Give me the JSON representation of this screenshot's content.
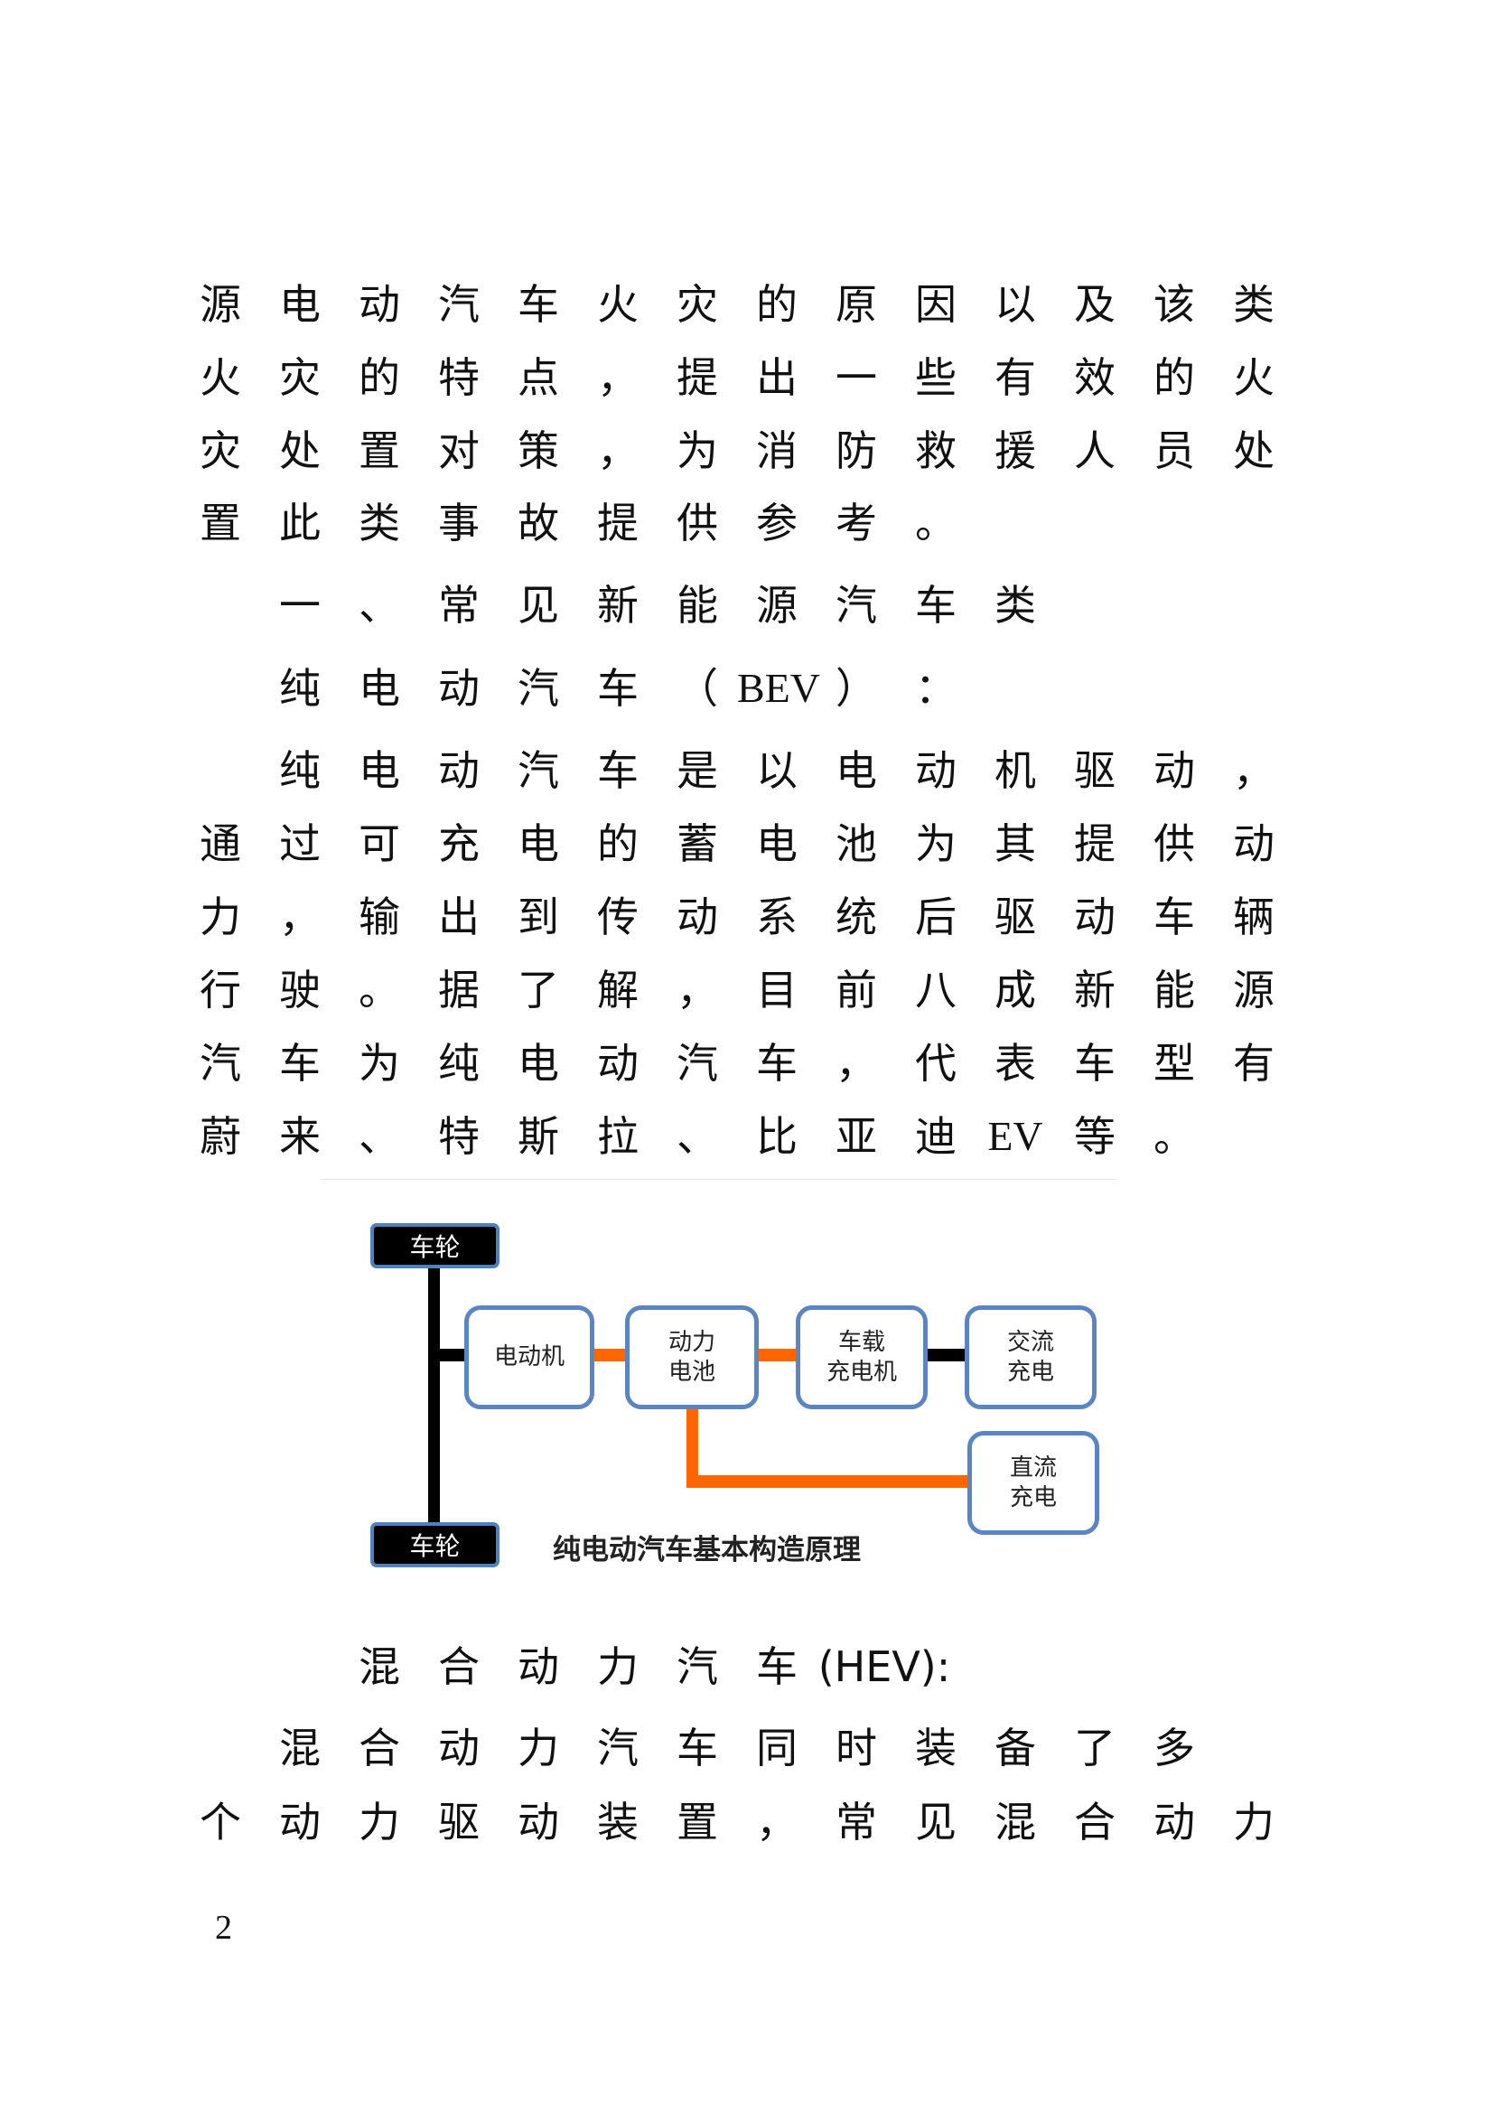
{
  "body_lines": [
    {
      "tokens": [
        "源",
        "电",
        "动",
        "汽",
        "车",
        "火",
        "灾",
        "的",
        "原",
        "因",
        "以",
        "及",
        "该",
        "类"
      ]
    },
    {
      "tokens": [
        "火",
        "灾",
        "的",
        "特",
        "点",
        "，",
        "提",
        "出",
        "一",
        "些",
        "有",
        "效",
        "的",
        "火"
      ]
    },
    {
      "tokens": [
        "灾",
        "处",
        "置",
        "对",
        "策",
        "，",
        "为",
        "消",
        "防",
        "救",
        "援",
        "人",
        "员",
        "处"
      ]
    },
    {
      "tokens": [
        "置",
        "此",
        "类",
        "事",
        "故",
        "提",
        "供",
        "参",
        "考",
        "。"
      ]
    },
    {
      "tokens": [
        "一",
        "、",
        "常",
        "见",
        "新",
        "能",
        "源",
        "汽",
        "车",
        "类"
      ],
      "indent": 1
    },
    {
      "tokens": [
        "纯",
        "电",
        "动",
        "汽",
        "车",
        "（",
        "BEV",
        "）",
        "："
      ],
      "indent": 1
    },
    {
      "tokens": [
        "纯",
        "电",
        "动",
        "汽",
        "车",
        "是",
        "以",
        "电",
        "动",
        "机",
        "驱",
        "动",
        "，"
      ],
      "indent": 1
    },
    {
      "tokens": [
        "通",
        "过",
        "可",
        "充",
        "电",
        "的",
        "蓄",
        "电",
        "池",
        "为",
        "其",
        "提",
        "供",
        "动"
      ]
    },
    {
      "tokens": [
        "力",
        "，",
        "输",
        "出",
        "到",
        "传",
        "动",
        "系",
        "统",
        "后",
        "驱",
        "动",
        "车",
        "辆"
      ]
    },
    {
      "tokens": [
        "行",
        "驶",
        "。",
        "据",
        "了",
        "解",
        "，",
        "目",
        "前",
        "八",
        "成",
        "新",
        "能",
        "源"
      ]
    },
    {
      "tokens": [
        "汽",
        "车",
        "为",
        "纯",
        "电",
        "动",
        "汽",
        "车",
        "，",
        "代",
        "表",
        "车",
        "型",
        "有"
      ]
    },
    {
      "tokens": [
        "蔚",
        "来",
        "、",
        "特",
        "斯",
        "拉",
        "、",
        "比",
        "亚",
        "迪",
        "EV",
        "等",
        "。"
      ]
    },
    {
      "tokens": [
        "混",
        "合",
        "动",
        "力",
        "汽",
        "车",
        "(HEV):"
      ],
      "indent": 2
    },
    {
      "tokens": [
        "混",
        "合",
        "动",
        "力",
        "汽",
        "车",
        "同",
        "时",
        "装",
        "备",
        "了",
        "多"
      ],
      "indent": 1
    },
    {
      "tokens": [
        "个",
        "动",
        "力",
        "驱",
        "动",
        "装",
        "置",
        "，",
        "常",
        "见",
        "混",
        "合",
        "动",
        "力"
      ]
    }
  ],
  "diagram": {
    "wheel_top": "车轮",
    "wheel_bottom": "车轮",
    "motor": "电动机",
    "battery": "动力\n电池",
    "charger": "车载\n充电机",
    "ac_charging": "交流\n充电",
    "dc_charging": "直流\n充电",
    "caption": "纯电动汽车基本构造原理",
    "colors": {
      "box_border": "#5b85c0",
      "power_line": "#ff6600",
      "mech_line": "#000000"
    }
  },
  "page_number": "2"
}
